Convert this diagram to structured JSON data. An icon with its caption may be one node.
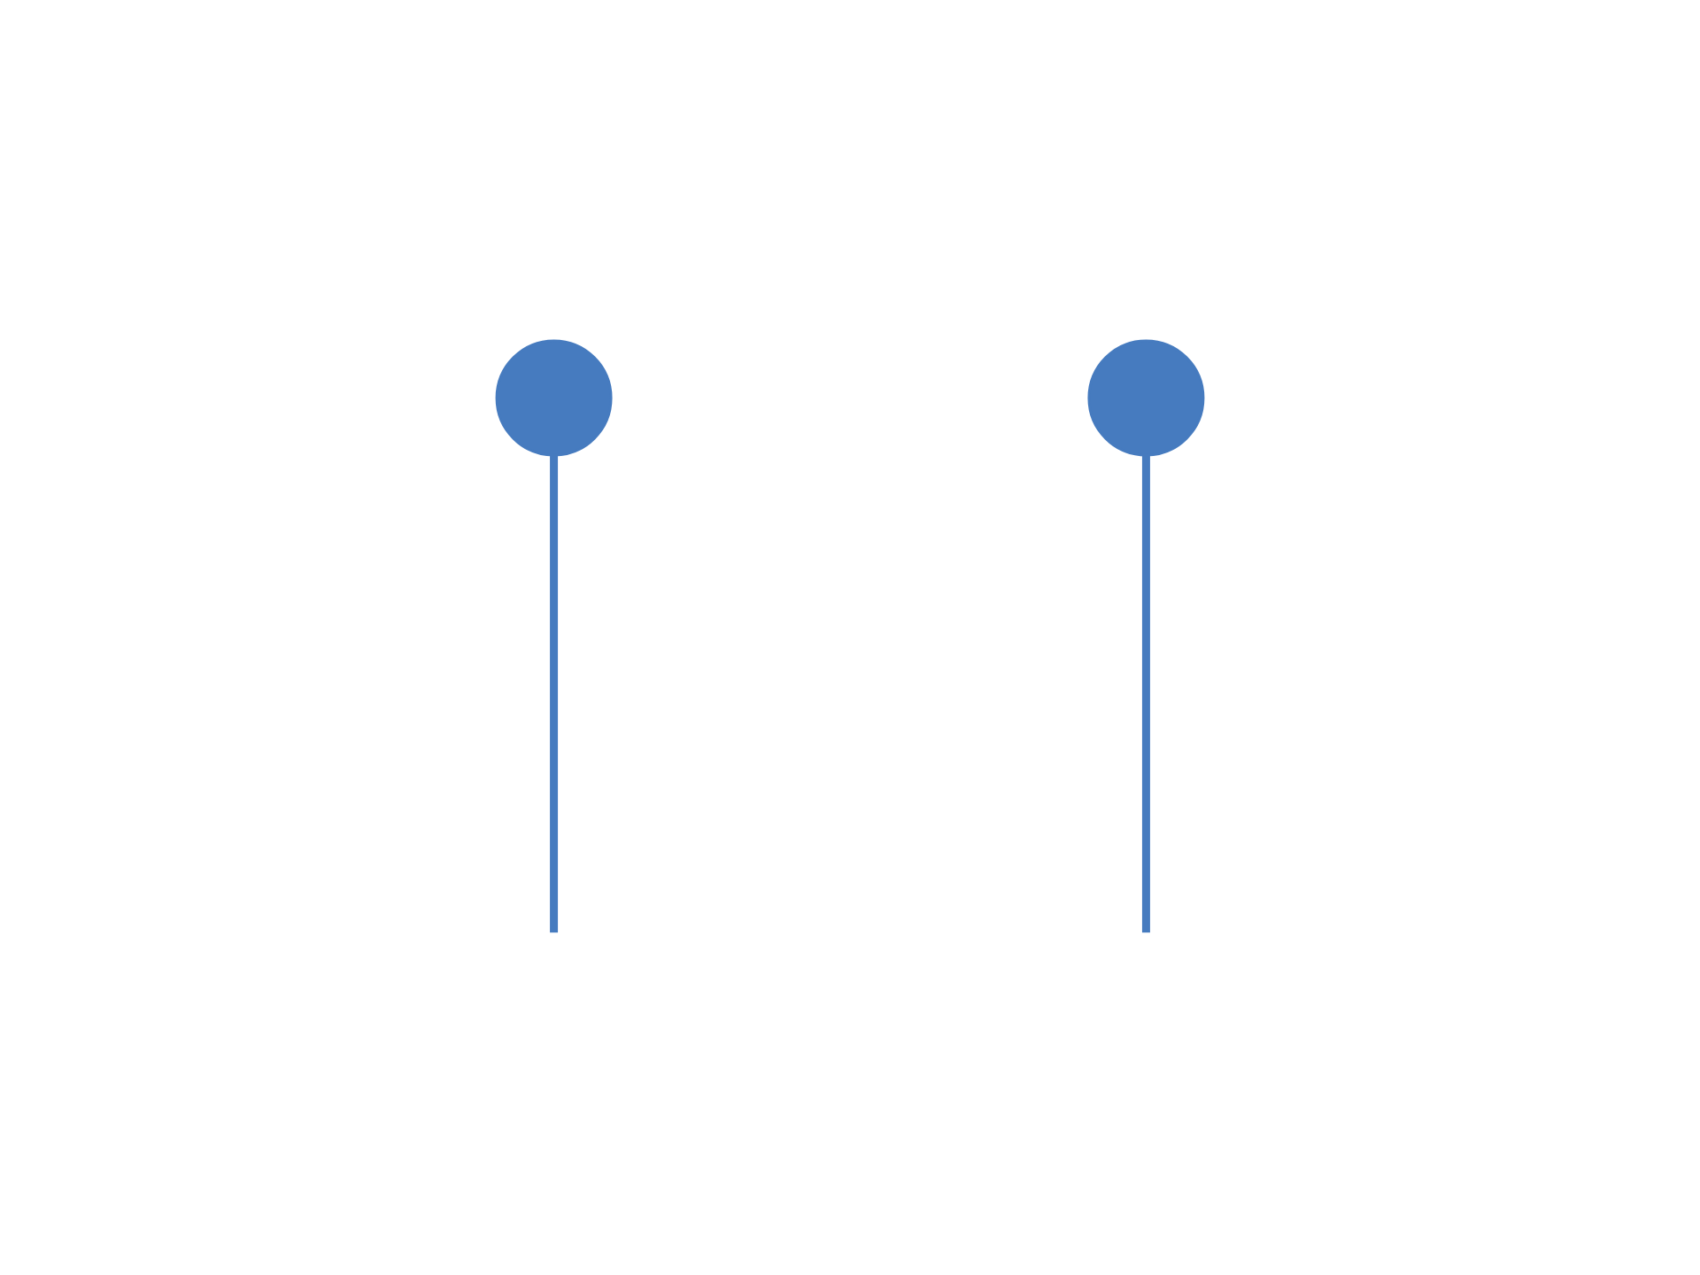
{
  "diagram": {
    "nodes": [
      {
        "text": [],
        "shape": "circle"
      },
      {
        "text": [],
        "shape": "circle"
      }
    ],
    "edges": [
      {
        "from": null,
        "to": 0,
        "arrow": "none"
      },
      {
        "from": null,
        "to": 1,
        "arrow": "none"
      }
    ]
  }
}
